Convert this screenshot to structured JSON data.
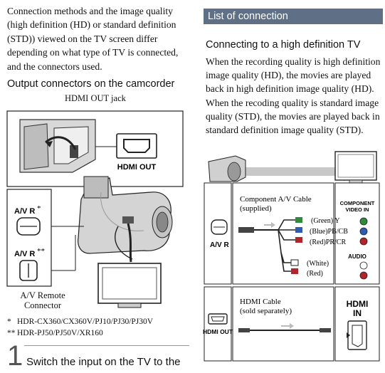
{
  "intro": "Connection methods and the image quality (high definition (HD) or standard definition (STD)) viewed on the TV screen differ depending on what type of TV is connected, and the connectors used.",
  "left_heading": "Output connectors on the camcorder",
  "hdmi_jack_label": "HDMI OUT jack",
  "hdmi_out_label": "HDMI OUT",
  "av_r_label": "A/V R",
  "av_r_mark_1": "*",
  "av_r_mark_2": "**",
  "av_remote_label": "A/V Remote Connector",
  "notes": [
    {
      "mark": "*",
      "text": "HDR-CX360/CX360V/PJ10/PJ30/PJ30V"
    },
    {
      "mark": "**",
      "text": "HDR-PJ50/PJ50V/XR160"
    }
  ],
  "step": {
    "number": "1",
    "text": "Switch the input on the TV to the"
  },
  "section_title": "List of connection",
  "right_heading": "Connecting to a high definition TV",
  "right_paragraph": "When the recording quality is high definition image quality (HD), the movies are played back in high definition image quality (HD). When the recoding quality is standard image quality (STD), the movies are played back in standard definition image quality (STD).",
  "component": {
    "cable_label_1": "Component A/V Cable",
    "cable_label_2": "(supplied)",
    "av_r": "A/V R",
    "green": "(Green) Y",
    "blue": "(Blue)PB/CB",
    "red": "(Red)PR/CR",
    "white": "(White)",
    "red_audio": "(Red)",
    "component_in_1": "COMPONENT",
    "component_in_2": "VIDEO IN",
    "audio": "AUDIO"
  },
  "hdmi": {
    "cable_label_1": "HDMI Cable",
    "cable_label_2": "(sold separately)",
    "hdmi_out": "HDMI OUT",
    "hdmi_in_1": "HDMI",
    "hdmi_in_2": "IN"
  },
  "colors": {
    "section_bar": "#5f6f86",
    "arrow": "#c8c8c8",
    "plug_green": "#2f8a3a",
    "plug_blue": "#2f5bb0",
    "plug_red": "#b3232a"
  }
}
